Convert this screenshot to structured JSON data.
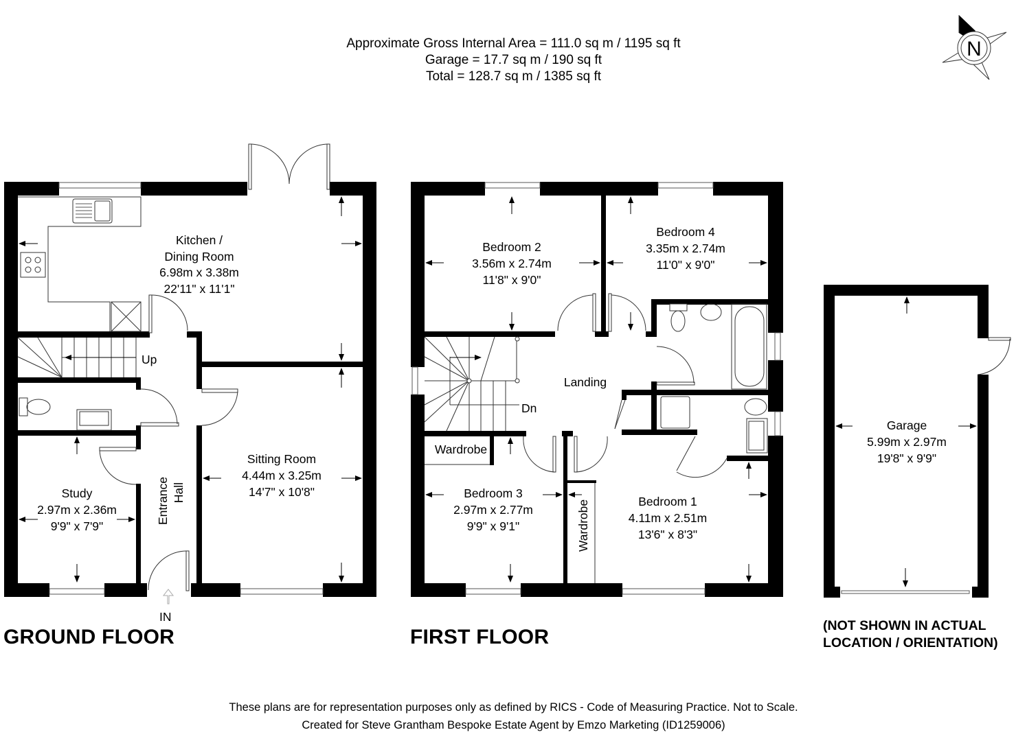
{
  "header": {
    "gross_internal_area": "Approximate Gross Internal Area = 111.0 sq m / 1195 sq ft",
    "garage_area": "Garage = 17.7 sq m / 190 sq ft",
    "total_area": "Total = 128.7 sq m / 1385 sq ft"
  },
  "compass": {
    "label": "N",
    "icon": "north-compass-icon"
  },
  "ground_floor": {
    "title": "GROUND FLOOR",
    "entrance_label": "IN",
    "stairs_label": "Up",
    "rooms": [
      {
        "name": "Kitchen /",
        "name2": "Dining Room",
        "metric": "6.98m x 3.38m",
        "imperial": "22'11\" x 11'1\""
      },
      {
        "name": "Sitting Room",
        "metric": "4.44m x 3.25m",
        "imperial": "14'7\" x 10'8\""
      },
      {
        "name": "Study",
        "metric": "2.97m x 2.36m",
        "imperial": "9'9\" x 7'9\""
      },
      {
        "name": "Entrance",
        "name2": "Hall"
      }
    ]
  },
  "first_floor": {
    "title": "FIRST FLOOR",
    "stairs_label": "Dn",
    "landing_label": "Landing",
    "wardrobe_label": "Wardrobe",
    "rooms": [
      {
        "name": "Bedroom 2",
        "metric": "3.56m x 2.74m",
        "imperial": "11'8\" x 9'0\""
      },
      {
        "name": "Bedroom 4",
        "metric": "3.35m x 2.74m",
        "imperial": "11'0\" x 9'0\""
      },
      {
        "name": "Bedroom 3",
        "metric": "2.97m x 2.77m",
        "imperial": "9'9\" x 9'1\""
      },
      {
        "name": "Bedroom 1",
        "metric": "4.11m x 2.51m",
        "imperial": "13'6\" x 8'3\""
      }
    ]
  },
  "garage": {
    "name": "Garage",
    "metric": "5.99m x 2.97m",
    "imperial": "19'8\" x 9'9\"",
    "note_line1": "(NOT SHOWN IN ACTUAL",
    "note_line2": "LOCATION / ORIENTATION)"
  },
  "footer": {
    "disclaimer": "These plans are for representation purposes only as defined by RICS - Code of Measuring Practice. Not to Scale.",
    "credit": "Created for Steve Grantham Bespoke Estate Agent by Emzo Marketing (ID1259006)"
  }
}
